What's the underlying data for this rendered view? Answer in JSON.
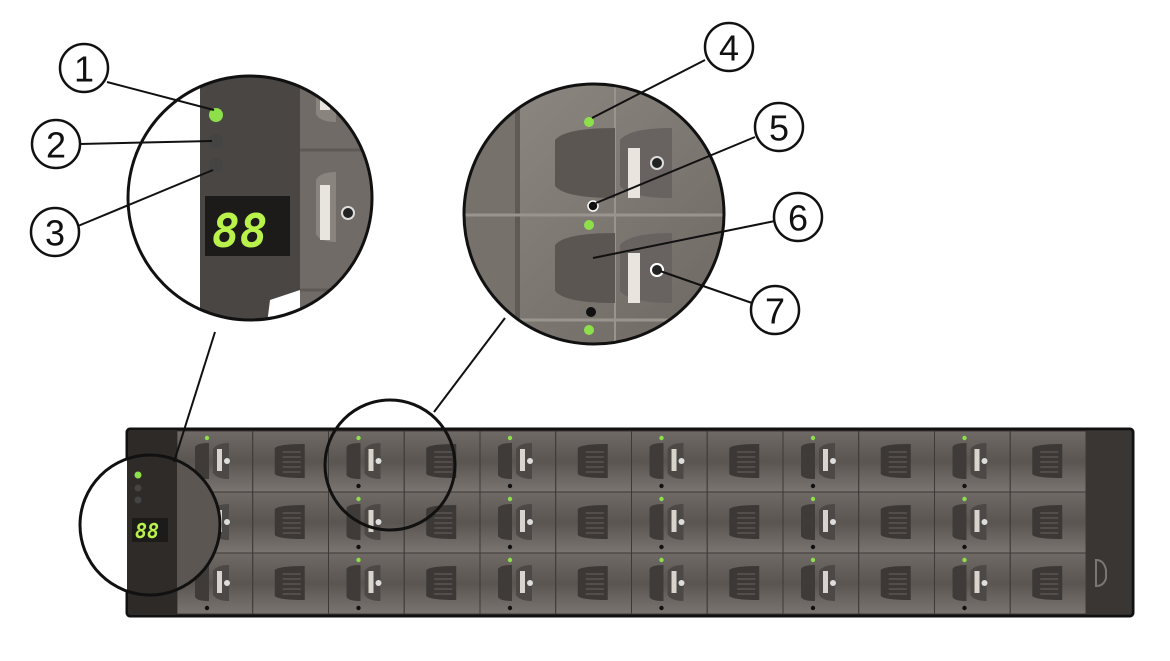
{
  "callouts": [
    {
      "number": "1",
      "label": "1"
    },
    {
      "number": "2",
      "label": "2"
    },
    {
      "number": "3",
      "label": "3"
    },
    {
      "number": "4",
      "label": "4"
    },
    {
      "number": "5",
      "label": "5"
    },
    {
      "number": "6",
      "label": "6"
    },
    {
      "number": "7",
      "label": "7"
    }
  ],
  "display": {
    "digits": "88"
  },
  "enclosure": {
    "drive_rows": 3,
    "drive_columns": 12
  },
  "colors": {
    "led_green": "#8ee04a",
    "led_off": "#4a4a4a",
    "chassis": "#4b4744",
    "drive_face": "#6e6864",
    "outline": "#111111",
    "segment_display": "#b9f24a"
  }
}
